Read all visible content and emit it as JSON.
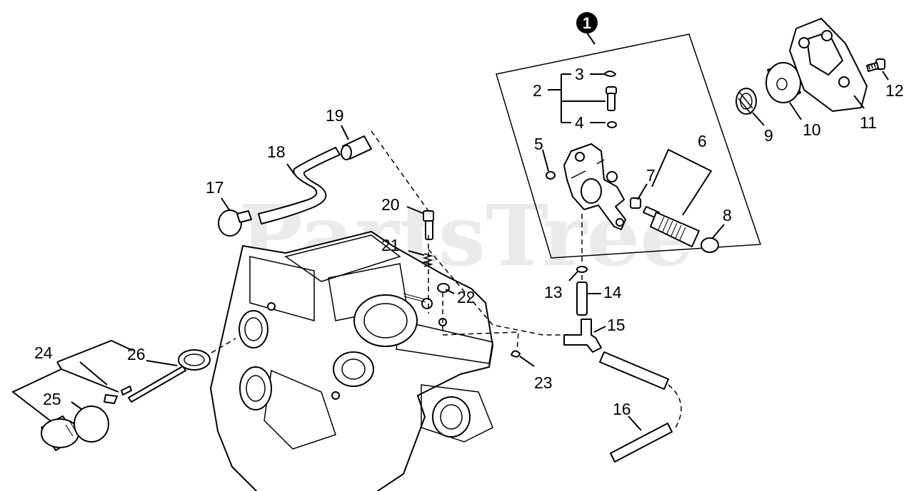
{
  "watermark": "PartsTree",
  "assembly_badge": "1",
  "callouts": {
    "c2": "2",
    "c3": "3",
    "c4": "4",
    "c5": "5",
    "c6": "6",
    "c7": "7",
    "c8": "8",
    "c9": "9",
    "c10": "10",
    "c11": "11",
    "c12": "12",
    "c13": "13",
    "c14": "14",
    "c15": "15",
    "c16": "16",
    "c17": "17",
    "c18": "18",
    "c19": "19",
    "c20": "20",
    "c21": "21",
    "c22": "22",
    "c23": "23",
    "c24": "24",
    "c25": "25",
    "c26": "26"
  }
}
